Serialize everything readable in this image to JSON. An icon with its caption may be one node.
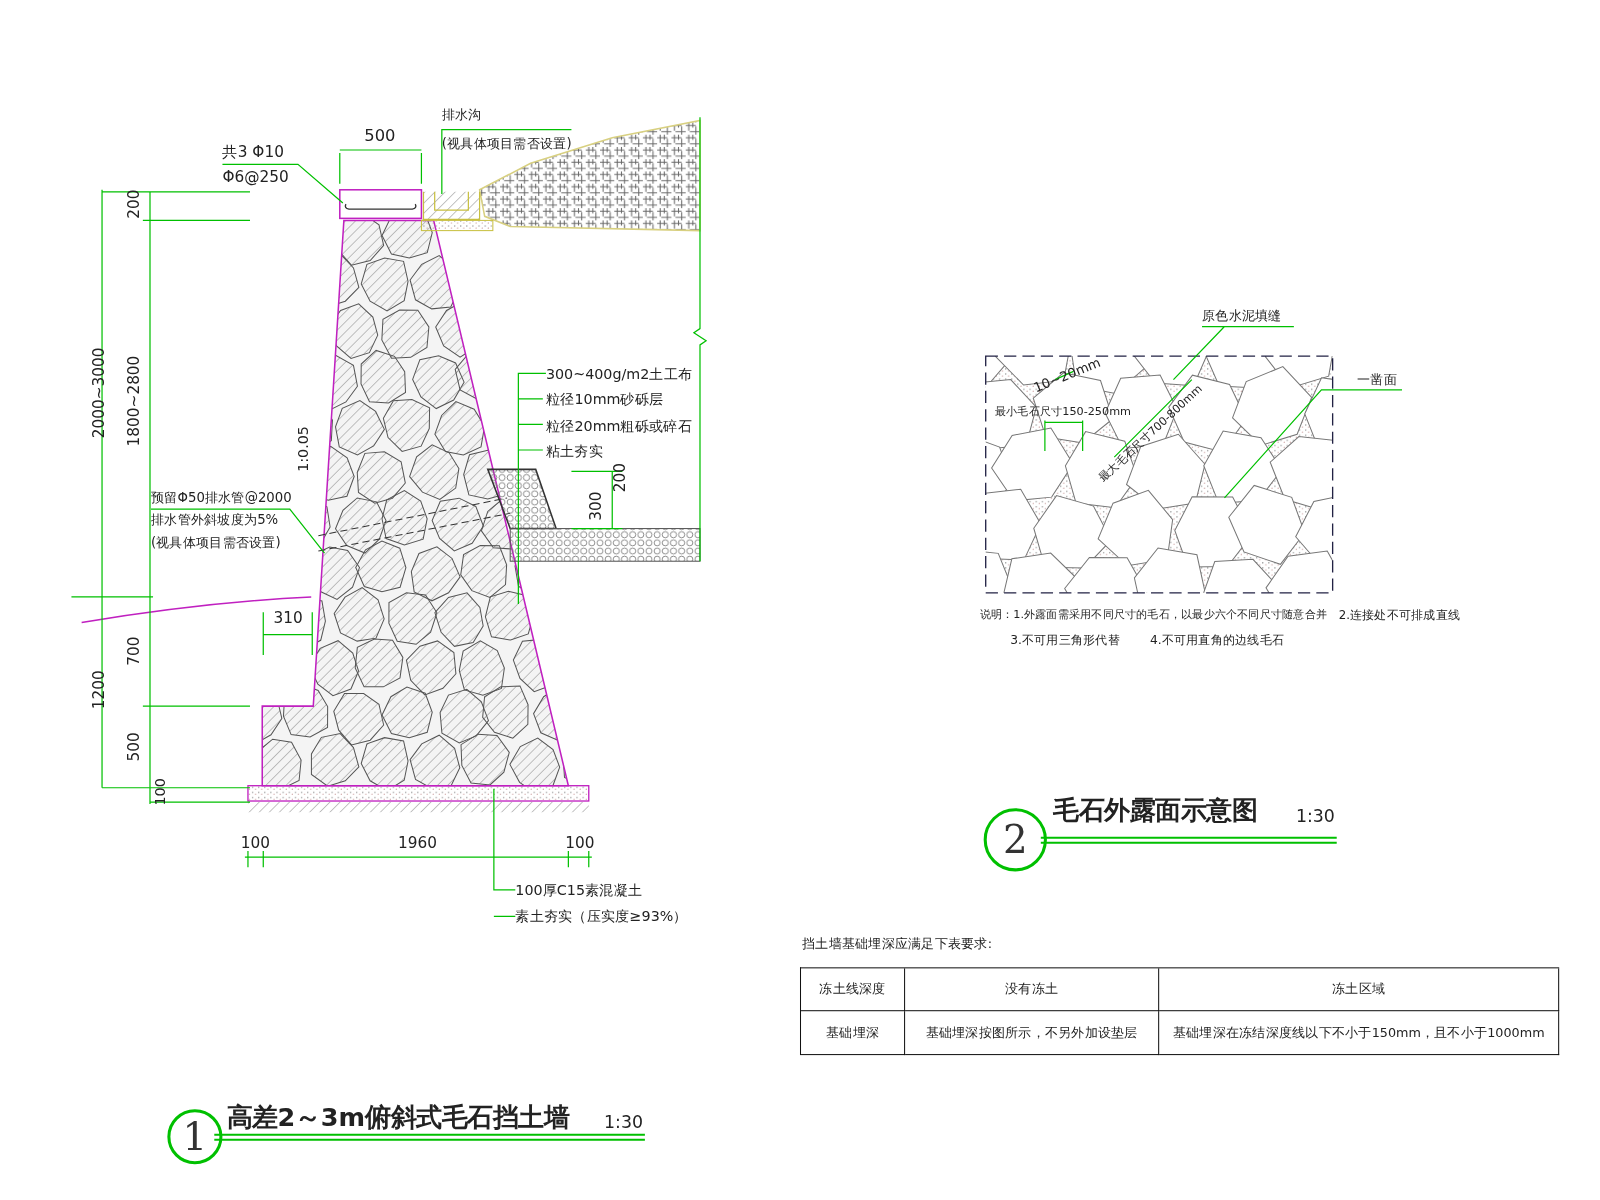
{
  "diagram": {
    "nodes": [
      {
        "text": [
          "1"
        ],
        "beside": [
          "高差2～3m俯斜式毛石挡土墙",
          "1:30"
        ]
      },
      {
        "text": [
          "2"
        ],
        "beside": [
          "毛石外露面示意图",
          "1:30"
        ]
      },
      {
        "text": [
          "排水沟",
          "(视具体项目需否设置)"
        ]
      },
      {
        "text": [
          "共3 Φ10",
          "Φ6@250"
        ]
      },
      {
        "text": [
          "预留Φ50排水管@2000",
          "排水管外斜坡度为5%",
          "(视具体项目需否设置)"
        ]
      },
      {
        "text": [
          "300~400g/m2土工布",
          "粒径10mm砂砾层",
          "粒径20mm粗砾或碎石",
          "粘土夯实"
        ]
      },
      {
        "text": [
          "100厚C15素混凝土",
          "素土夯实（压实度≥93%）"
        ]
      },
      {
        "text": [
          "原色水泥填缝"
        ]
      },
      {
        "text": [
          "一凿面"
        ]
      },
      {
        "text": [],
        "shape": "picture",
        "beside": [
          "说明：1.外露面需采用不同尺寸的毛石，以最少六个不同尺寸随意合并",
          "2.连接处不可排成直线",
          "3.不可用三角形代替",
          "4.不可用直角的边线毛石"
        ]
      }
    ],
    "edges": [
      {
        "from": 2,
        "to": null,
        "arrow": "none"
      },
      {
        "from": 3,
        "to": null,
        "arrow": "none"
      },
      {
        "from": 4,
        "to": null,
        "arrow": "none"
      },
      {
        "from": 5,
        "to": null,
        "arrow": "none"
      },
      {
        "from": 6,
        "to": null,
        "arrow": "none"
      },
      {
        "from": 7,
        "to": 9,
        "arrow": "none"
      },
      {
        "from": 8,
        "to": 9,
        "arrow": "none"
      }
    ],
    "labels": [
      "500",
      "200",
      "2000~3000",
      "1800~2800",
      "1:0.05",
      "200",
      "300",
      "310",
      "700",
      "1200",
      "500",
      "100",
      "100",
      "1960",
      "100",
      "10~20mm",
      "最小毛石尺寸150-250mm",
      "最大毛石尺寸700-800mm",
      "挡土墙基础埋深应满足下表要求:",
      "冻土线深度",
      "没有冻土",
      "冻土区域",
      "基础埋深",
      "基础埋深按图所示，不另外加设垫层",
      "基础埋深在冻结深度线以下不小于150mm，且不小于1000mm"
    ]
  }
}
